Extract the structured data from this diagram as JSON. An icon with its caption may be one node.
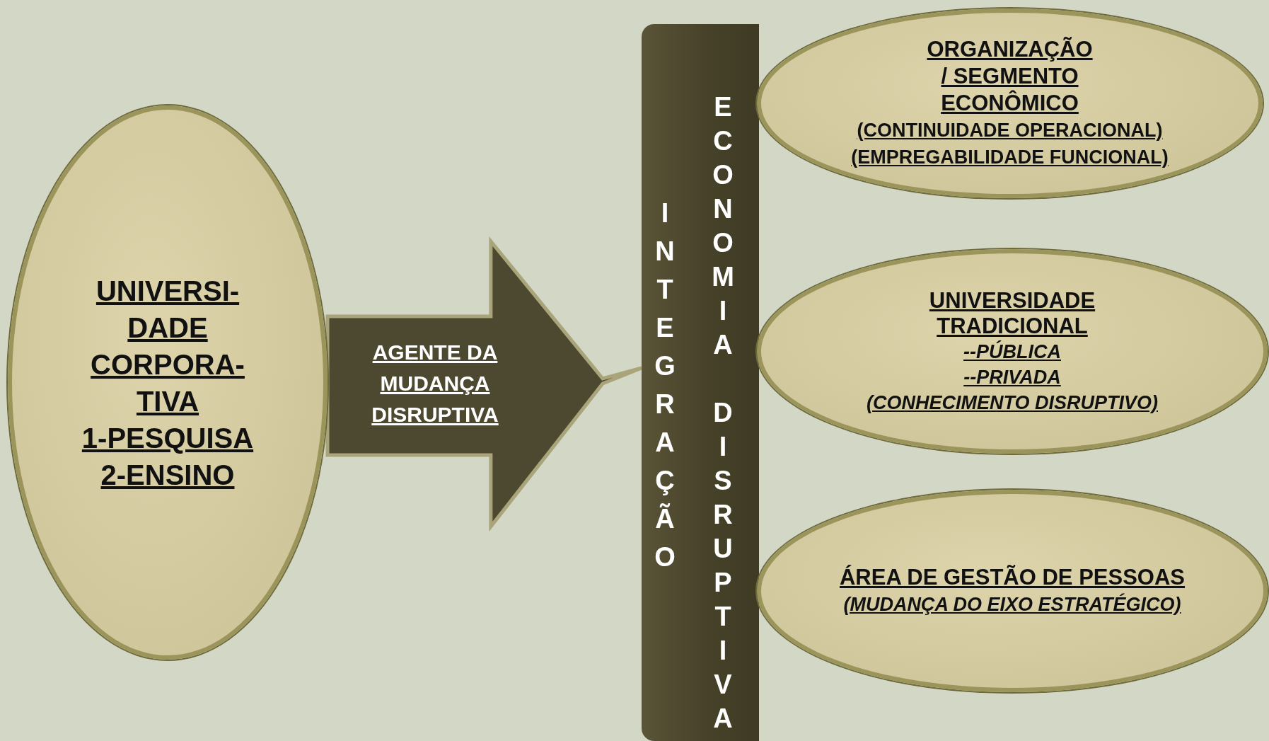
{
  "diagram": {
    "nodes": [
      {
        "text": [
          "UNIVERSI- DADE CORPORA- TIVA",
          "1-PESQUISA",
          "2-ENSINO"
        ]
      },
      {
        "text": [
          "INTEGRAÇÃO",
          "ECONOMIA DISRUPTIVA"
        ]
      },
      {
        "text": [
          "ORGANIZAÇÃO / SEGMENTO ECONÔMICO",
          "(CONTINUIDADE OPERACIONAL)",
          "(EMPREGABILIDADE FUNCIONAL)"
        ]
      },
      {
        "text": [
          "UNIVERSIDADE TRADICIONAL",
          "--PÚBLICA",
          "--PRIVADA",
          "(CONHECIMENTO DISRUPTIVO)"
        ]
      },
      {
        "text": [
          "ÁREA DE GESTÃO DE PESSOAS",
          "(MUDANÇA DO EIXO ESTRATÉGICO)"
        ]
      }
    ],
    "edges": [
      {
        "from": 0,
        "to": 1,
        "arrow": "to",
        "label": "AGENTE DA MUDANÇA DISRUPTIVA"
      }
    ]
  }
}
